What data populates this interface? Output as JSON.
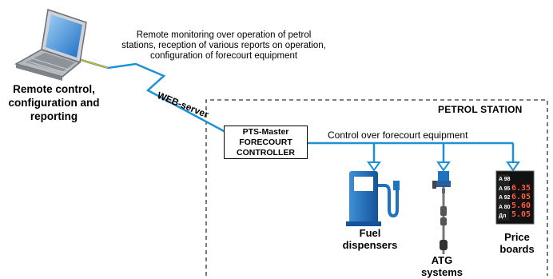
{
  "texts": {
    "monitoring": "Remote monitoring over operation of petrol stations,  reception of various reports on operation, configuration of forecourt equipment",
    "laptop_label": "Remote control, configuration and reporting",
    "web_server": "WEB-server",
    "station_title": "PETROL STATION",
    "controller_line1": "PTS-Master",
    "controller_line2": "FORECOURT",
    "controller_line3": "CONTROLLER",
    "control_over": "Control over forecourt equipment",
    "fuel_label": "Fuel dispensers",
    "atg_label": "ATG systems",
    "price_label": "Price boards"
  },
  "price_board": {
    "grades": [
      "A 98",
      "A 95",
      "A 92",
      "A 80",
      "Дл"
    ],
    "prices": [
      "6.35",
      "6.05",
      "5.60",
      "5.05"
    ]
  },
  "colors": {
    "line": "#1e90d6",
    "lightning": "#1e90d6",
    "pump": "#1e73be",
    "price_digits": "#ff5a3c"
  },
  "icons": [
    "laptop-icon",
    "fuel-pump-icon",
    "atg-probe-icon",
    "price-board-icon"
  ]
}
